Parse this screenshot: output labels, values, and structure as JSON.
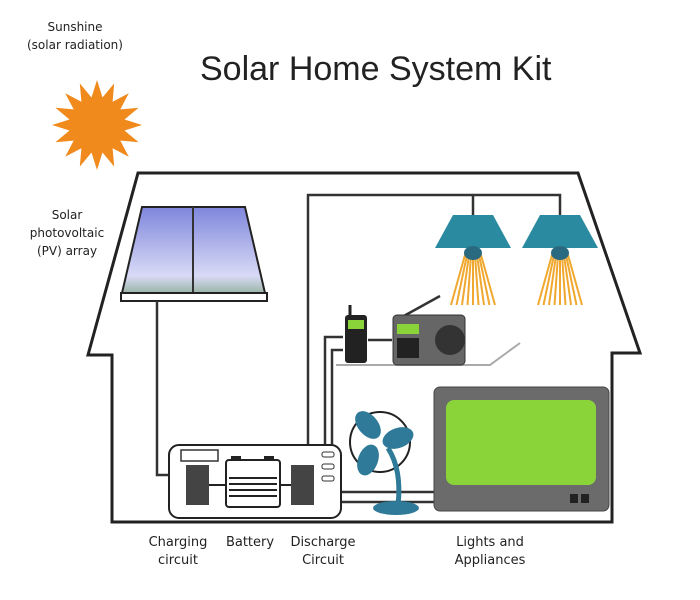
{
  "title": "Solar Home System Kit",
  "labels": {
    "sunshine": "Sunshine",
    "sunshine_sub": "(solar radiation)",
    "pv_line1": "Solar",
    "pv_line2": "photovoltaic",
    "pv_line3": "(PV) array",
    "charging_1": "Charging",
    "charging_2": "circuit",
    "battery": "Battery",
    "discharge_1": "Discharge",
    "discharge_2": "Circuit",
    "lights_1": "Lights and",
    "lights_2": "Appliances"
  },
  "colors": {
    "sun": "#f08a1c",
    "panel": "#8f95e0",
    "lamp": "#2a8aa0",
    "fan": "#2e7a98",
    "tv_screen": "#8ad43a",
    "tv_body": "#6b6b6b"
  }
}
